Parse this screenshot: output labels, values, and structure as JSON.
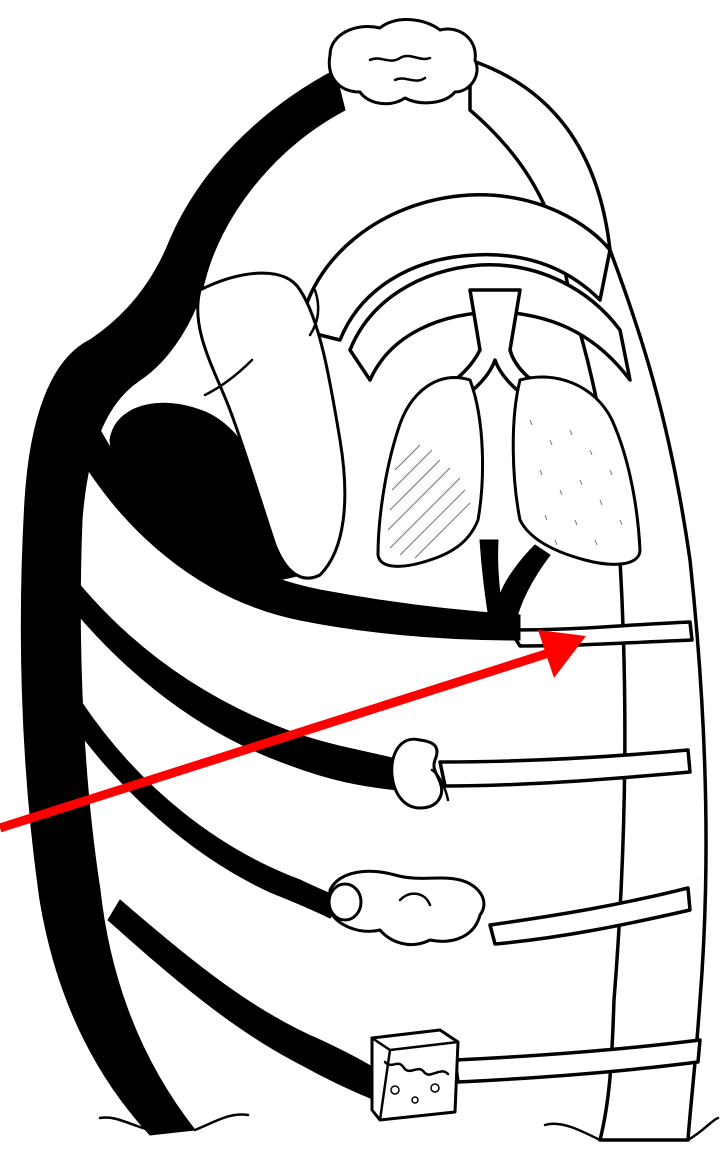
{
  "figure": {
    "description_visible": "",
    "colors": {
      "line": "#000000",
      "deoxygenated_blood": "#000000",
      "oxygenated_blood": "#ffffff",
      "pointer_arrow": "#ff0000"
    },
    "organs": [
      {
        "name": "brain",
        "icon": "brain-icon"
      },
      {
        "name": "heart",
        "icon": "heart-icon"
      },
      {
        "name": "lungs",
        "icon": "lungs-icon"
      },
      {
        "name": "kidney",
        "icon": "kidney-icon"
      },
      {
        "name": "intestine",
        "icon": "intestine-icon"
      },
      {
        "name": "skin tissue",
        "icon": "skin-tissue-icon"
      }
    ],
    "pointer": {
      "icon": "arrow-icon",
      "color": "#ff0000"
    }
  }
}
